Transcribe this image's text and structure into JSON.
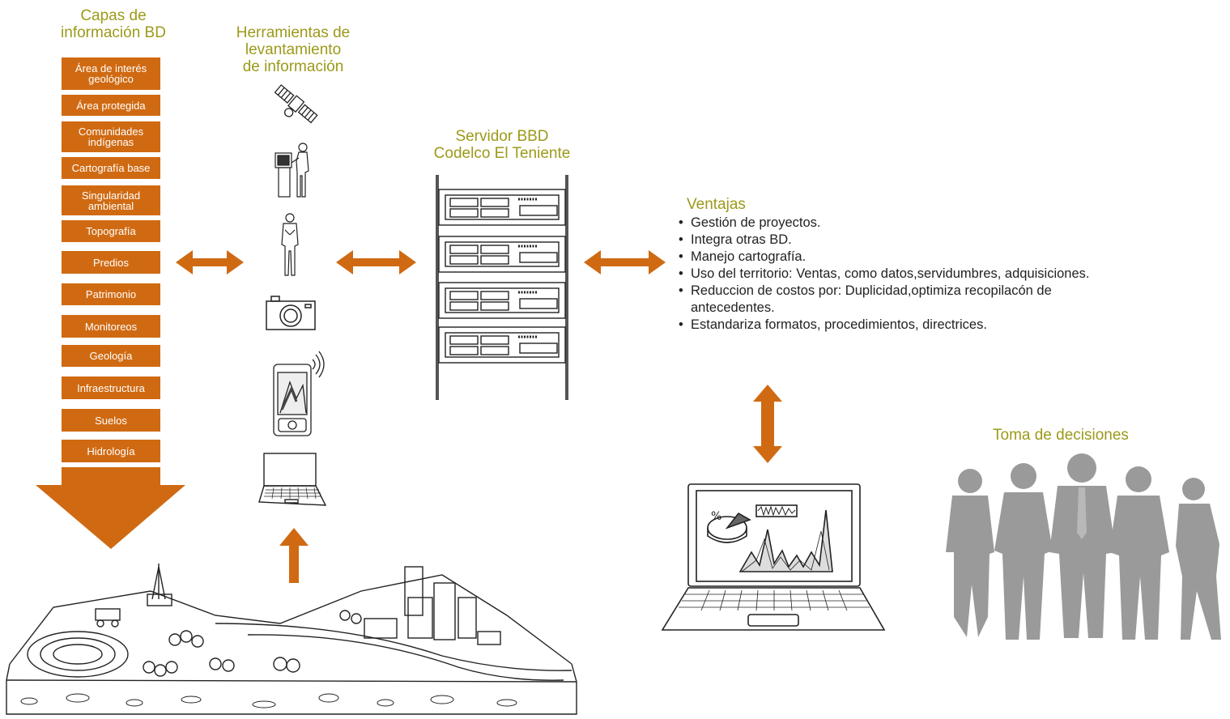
{
  "layers_title": "Capas de\ninformación BD",
  "tools_title": "Herramientas de\nlevantamiento\nde información",
  "server_title": "Servidor BBD\nCodelco El Teniente",
  "benefits_title": "Ventajas",
  "decisions_title": "Toma de decisiones",
  "layers": [
    "Área de interés geológico",
    "Área protegida",
    "Comunidades indígenas",
    "Cartografía base",
    "Singularidad ambiental",
    "Topografía",
    "Predios",
    "Patrimonio",
    "Monitoreos",
    "Geología",
    "Infraestructura",
    "Suelos",
    "Hidrología"
  ],
  "benefits": [
    "Gestión de proyectos.",
    "Integra otras BD.",
    "Manejo cartografía.",
    "Uso del territorio: Ventas, como datos,servidumbres, adquisiciones.",
    "Reduccion de costos por: Duplicidad,optimiza recopilacón de antecedentes.",
    "Estandariza formatos, procedimientos, directrices."
  ],
  "laptop_label": "%",
  "colors": {
    "accent": "#d06a12",
    "title": "#9c9a1a",
    "people": "#9a9a9a"
  }
}
